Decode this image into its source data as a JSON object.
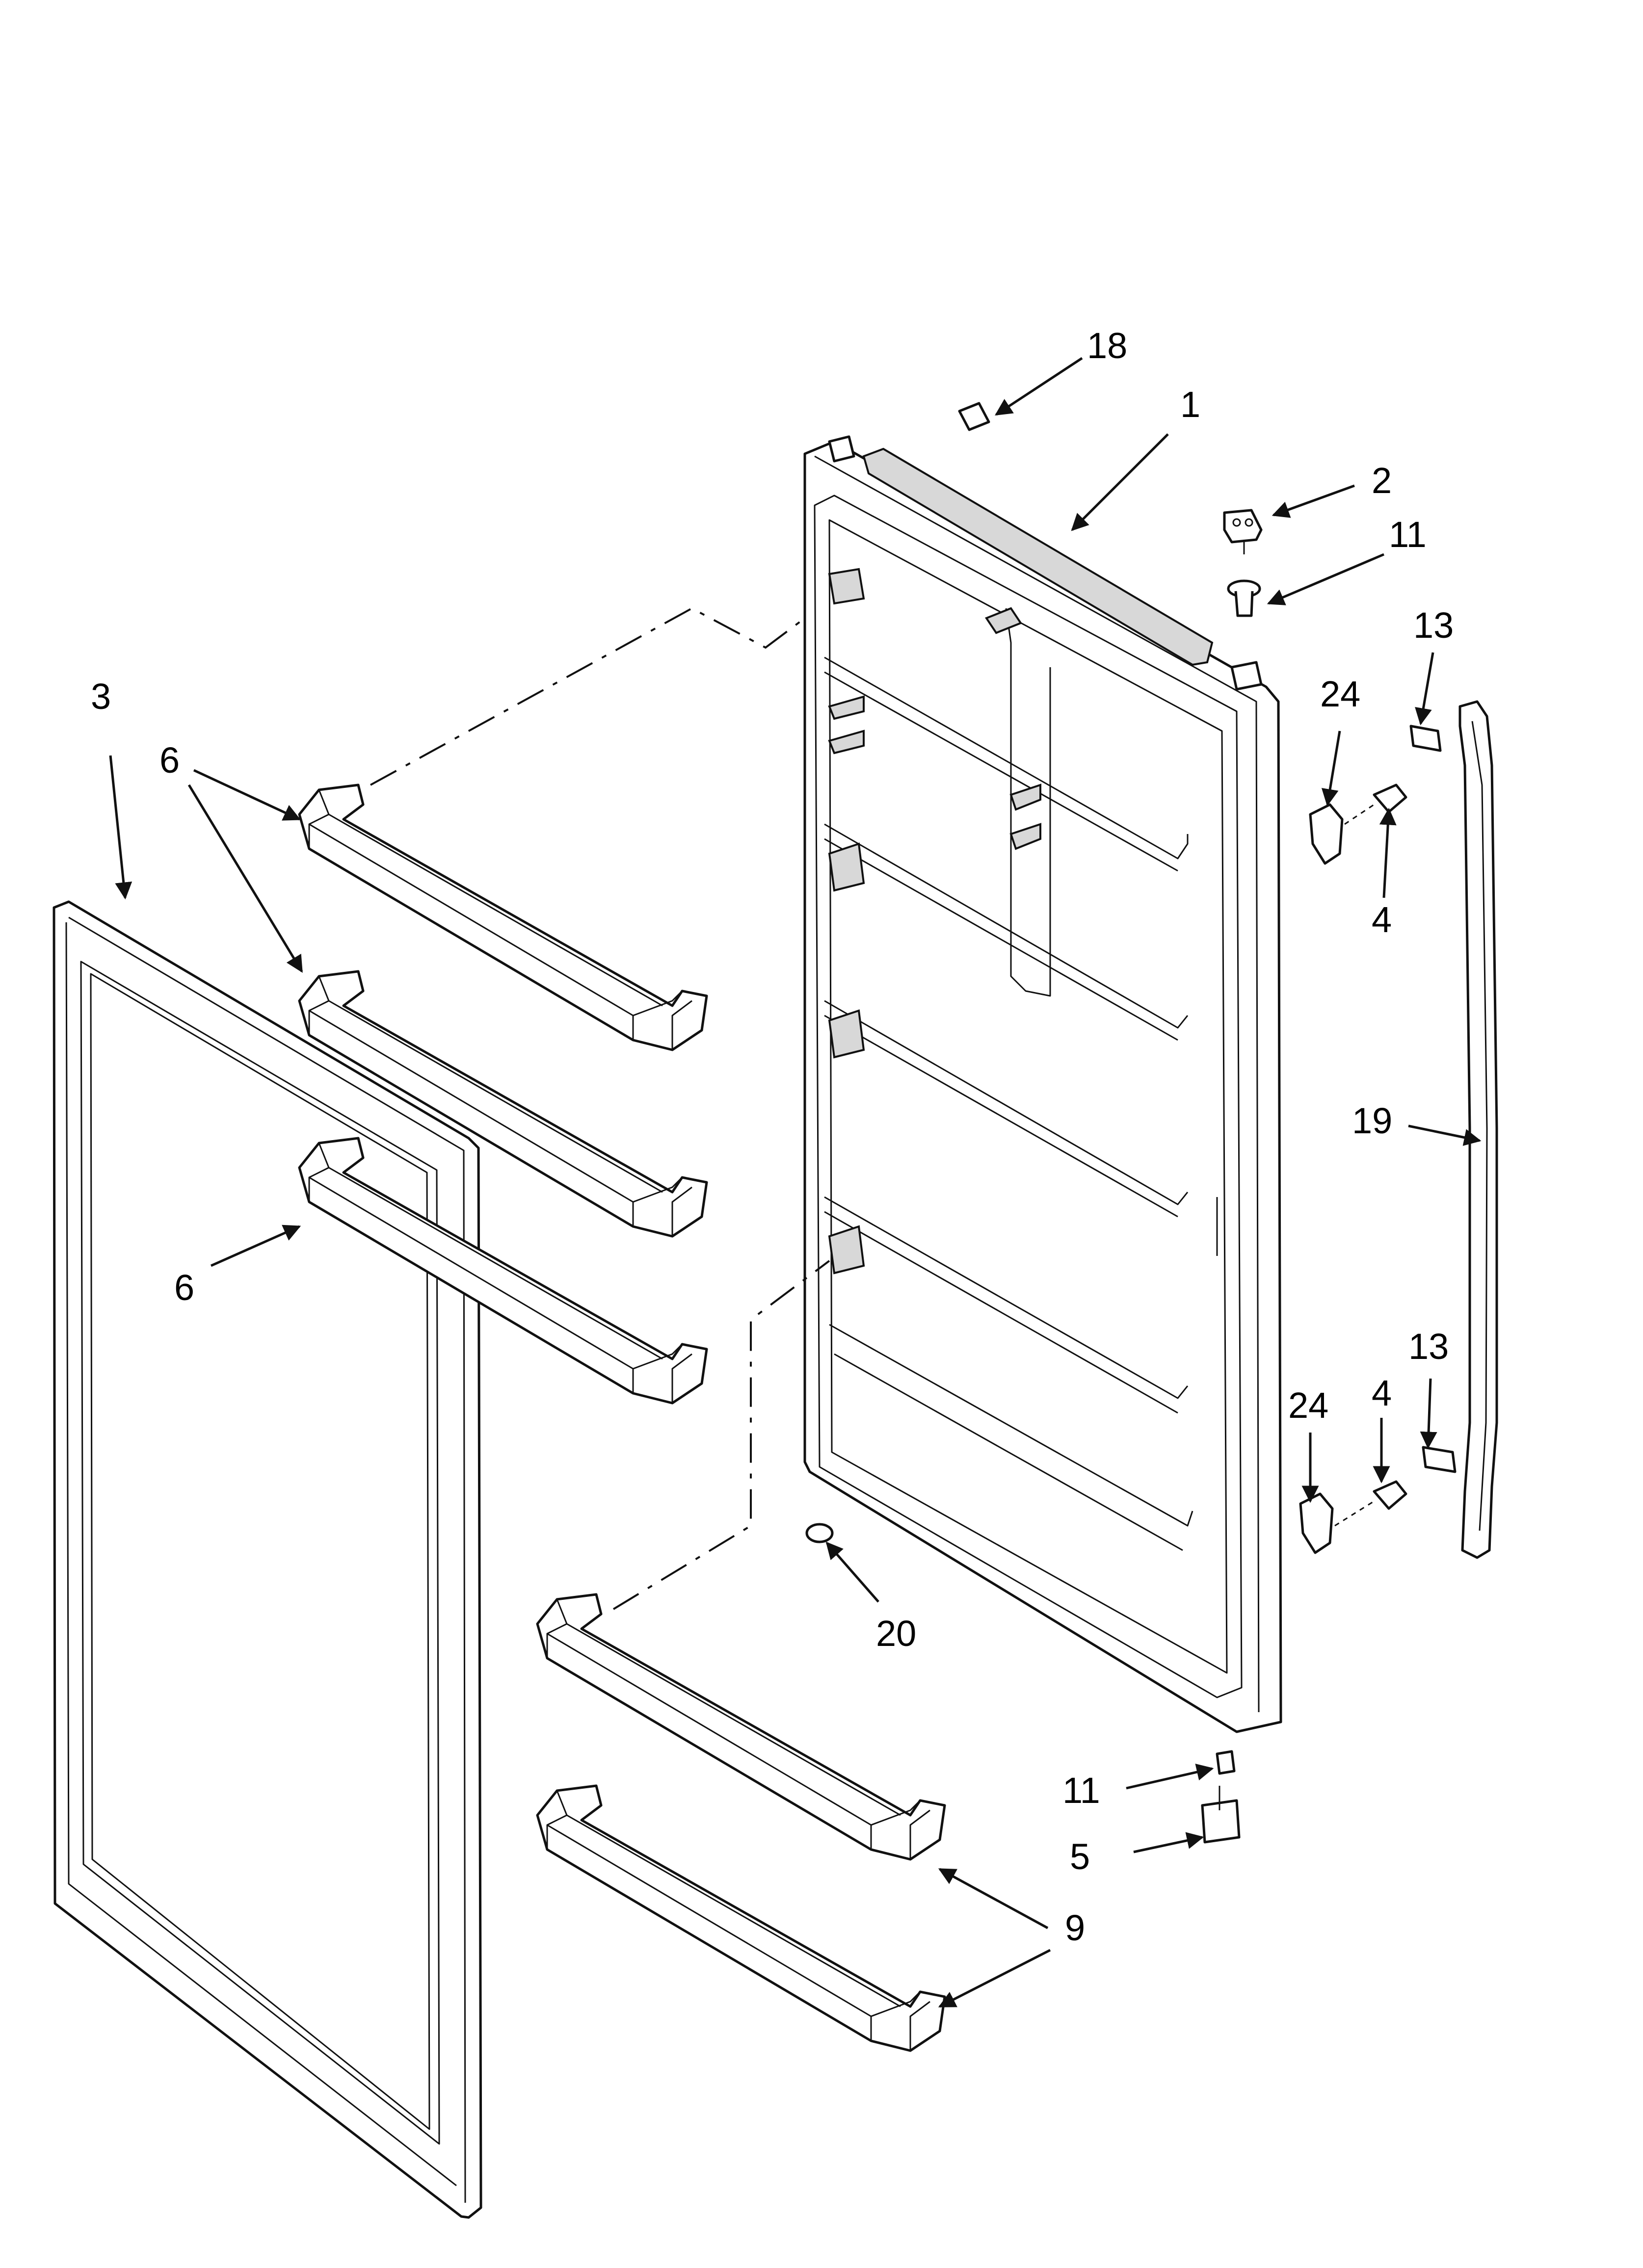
{
  "callouts": [
    {
      "id": "c18",
      "label": "18"
    },
    {
      "id": "c1",
      "label": "1"
    },
    {
      "id": "c2",
      "label": "2"
    },
    {
      "id": "c11a",
      "label": "11"
    },
    {
      "id": "c13a",
      "label": "13"
    },
    {
      "id": "c24a",
      "label": "24"
    },
    {
      "id": "c4a",
      "label": "4"
    },
    {
      "id": "c3",
      "label": "3"
    },
    {
      "id": "c6a",
      "label": "6"
    },
    {
      "id": "c6b",
      "label": "6"
    },
    {
      "id": "c19",
      "label": "19"
    },
    {
      "id": "c13b",
      "label": "13"
    },
    {
      "id": "c24b",
      "label": "24"
    },
    {
      "id": "c4b",
      "label": "4"
    },
    {
      "id": "c20",
      "label": "20"
    },
    {
      "id": "c11b",
      "label": "11"
    },
    {
      "id": "c5",
      "label": "5"
    },
    {
      "id": "c9",
      "label": "9"
    }
  ]
}
